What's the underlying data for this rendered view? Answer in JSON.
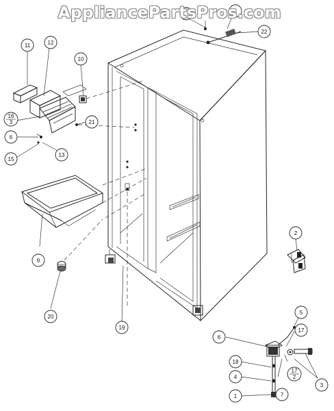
{
  "watermark": "AppliancePartsPros.com",
  "callouts": [
    {
      "id": "c11",
      "label": "11"
    },
    {
      "id": "c12",
      "label": "12"
    },
    {
      "id": "c10",
      "label": "10"
    },
    {
      "id": "c16",
      "label": "16"
    },
    {
      "id": "c3a",
      "label": "3"
    },
    {
      "id": "c21",
      "label": "21"
    },
    {
      "id": "c6a",
      "label": "6"
    },
    {
      "id": "c13",
      "label": "13"
    },
    {
      "id": "c15",
      "label": "15"
    },
    {
      "id": "c9",
      "label": "9"
    },
    {
      "id": "c20",
      "label": "20"
    },
    {
      "id": "c19",
      "label": "19"
    },
    {
      "id": "c2",
      "label": "2"
    },
    {
      "id": "c22",
      "label": "22"
    },
    {
      "id": "c5",
      "label": "5"
    },
    {
      "id": "c6b",
      "label": "6"
    },
    {
      "id": "c17a",
      "label": "17"
    },
    {
      "id": "c18",
      "label": "18"
    },
    {
      "id": "c17b",
      "label": "17"
    },
    {
      "id": "c2b",
      "label": "2"
    },
    {
      "id": "c3b",
      "label": "3"
    },
    {
      "id": "c4",
      "label": "4"
    },
    {
      "id": "c7",
      "label": "7"
    },
    {
      "id": "c1",
      "label": "1"
    }
  ]
}
